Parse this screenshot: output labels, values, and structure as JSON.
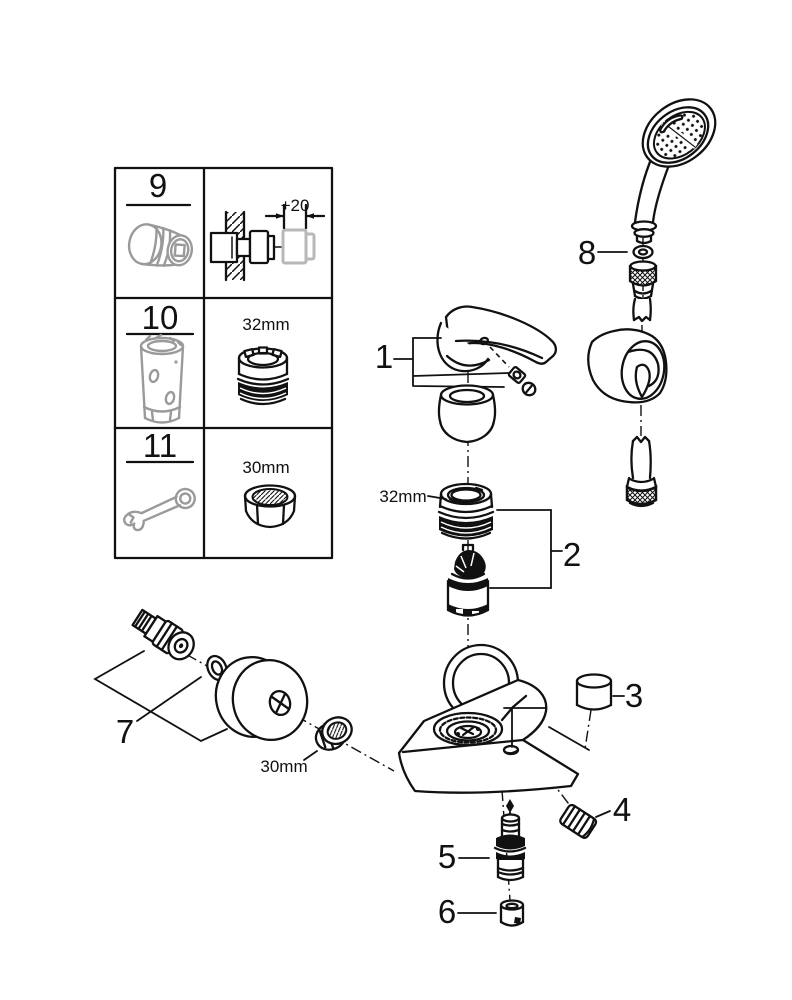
{
  "legend": {
    "rows": [
      {
        "number": "9",
        "dimension": "+20"
      },
      {
        "number": "10",
        "dimension": "32mm"
      },
      {
        "number": "11",
        "dimension": "30mm"
      }
    ]
  },
  "callouts": {
    "part1": "1",
    "part2": "2",
    "part3": "3",
    "part4": "4",
    "part5": "5",
    "part6": "6",
    "part7": "7",
    "part8": "8"
  },
  "annotations": {
    "cartridge_ring_size": "32mm",
    "union_nut_size": "30mm"
  },
  "colors": {
    "line": "#111111",
    "tool_gray": "#9a9a9a",
    "light_gray": "#b8b8b8",
    "background": "#ffffff"
  }
}
